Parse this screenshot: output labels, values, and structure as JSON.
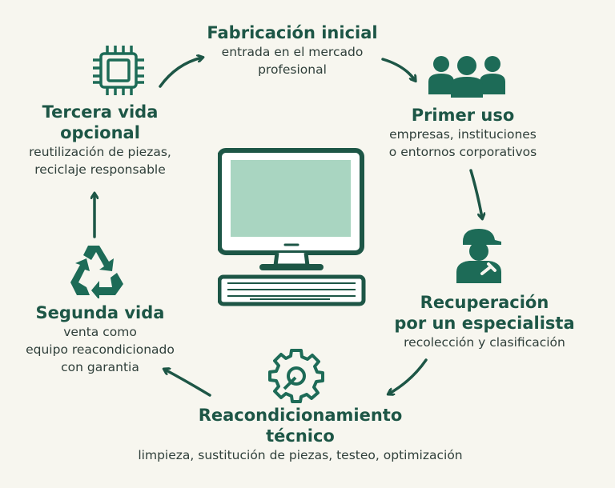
{
  "colors": {
    "primary": "#1d6b57",
    "background": "#f7f6ef",
    "screen": "#a9d5c1"
  },
  "center_icon": "desktop-computer-icon",
  "stages": [
    {
      "id": "fabricacion",
      "title": "Fabricación inicial",
      "desc": [
        "entrada en el mercado",
        "profesional"
      ]
    },
    {
      "id": "primer-uso",
      "title": "Primer uso",
      "icon": "people-group-icon",
      "desc": [
        "empresas, instituciones",
        "o entornos corporativos"
      ]
    },
    {
      "id": "recuperacion",
      "title": [
        "Recuperación",
        "por un especialista"
      ],
      "icon": "technician-icon",
      "desc": [
        "recolección y clasificación"
      ]
    },
    {
      "id": "reacondicionamiento",
      "title": [
        "Reacondicionamiento",
        "técnico"
      ],
      "icon": "gear-wrench-icon",
      "desc": [
        "limpieza, sustitución de piezas, testeo, optimización"
      ]
    },
    {
      "id": "segunda-vida",
      "title": "Segunda vida",
      "icon": "recycle-icon",
      "desc": [
        "venta como",
        "equipo reacondicionado",
        "con garantia"
      ]
    },
    {
      "id": "tercera-vida",
      "title": [
        "Tercera vida",
        "opcional"
      ],
      "icon": "microchip-icon",
      "desc": [
        "reutilización de piezas,",
        "reciclaje responsable"
      ]
    }
  ]
}
